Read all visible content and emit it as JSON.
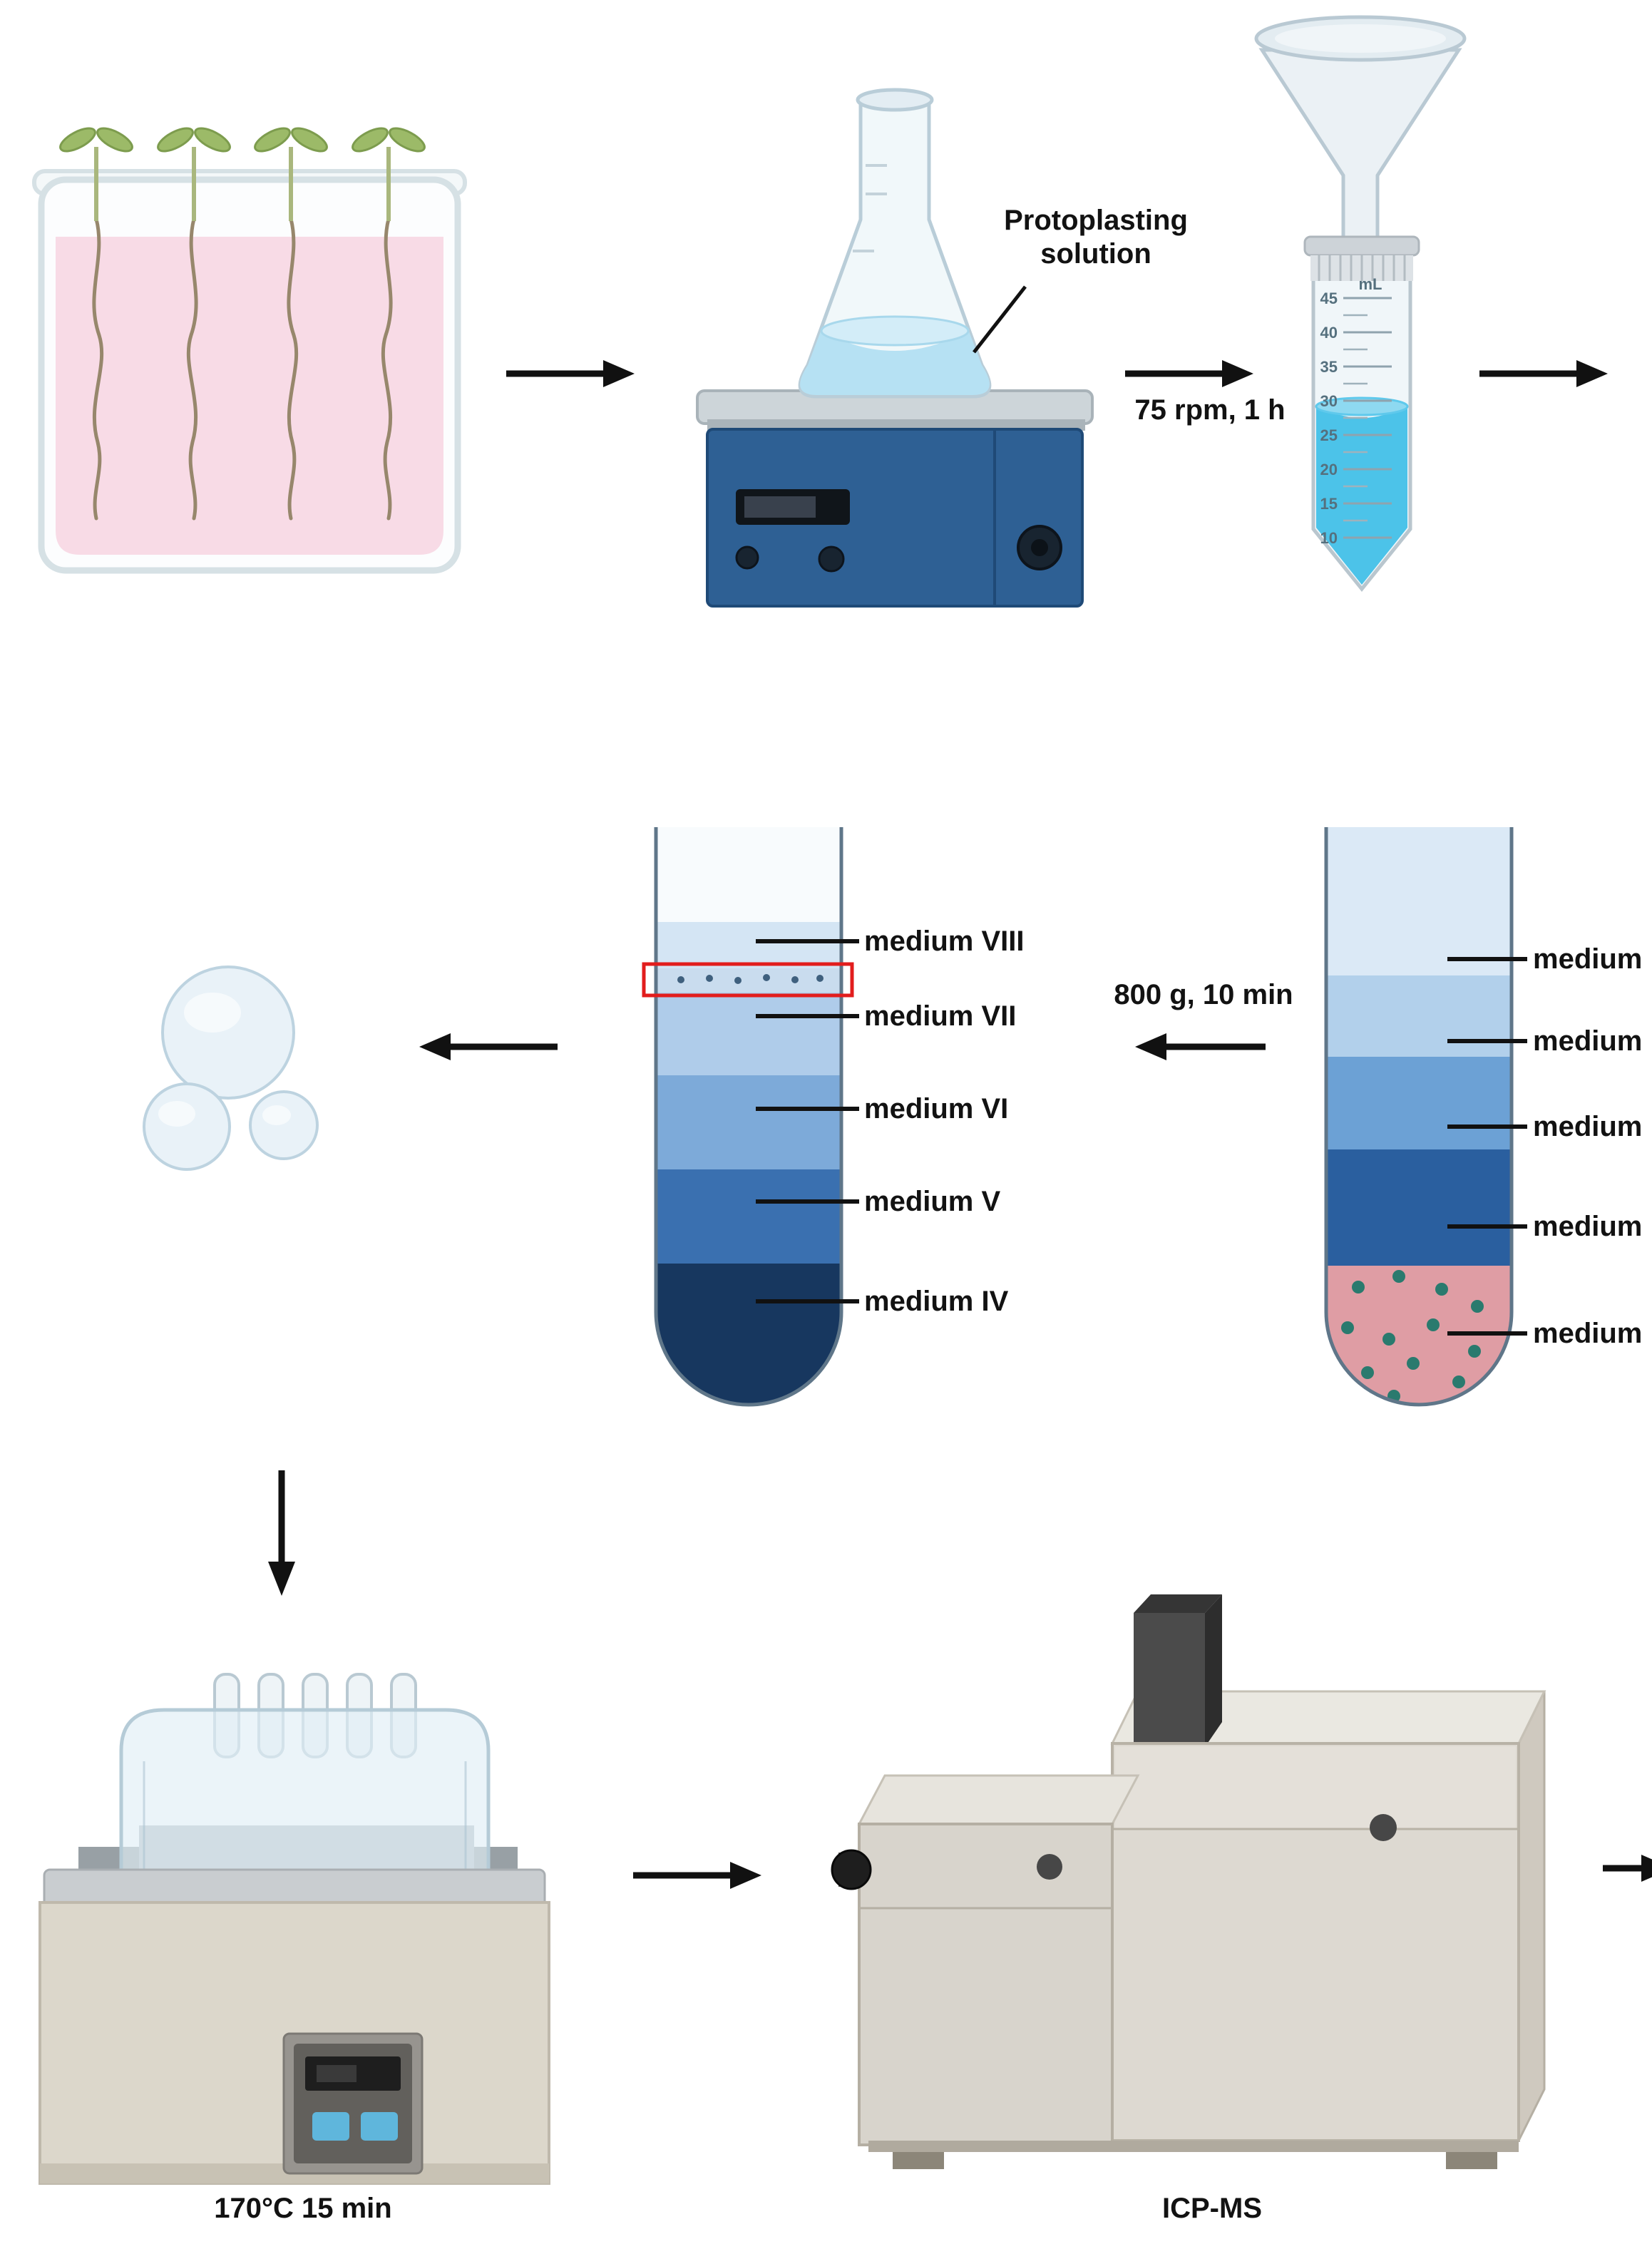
{
  "labels": {
    "protoplasting": {
      "line1": "Protoplasting",
      "line2": "solution"
    },
    "shaking_condition": "75 rpm, 1 h",
    "centrifugation_condition": "800 g, 10 min",
    "water_bath_condition": "170°C 15 min",
    "instrument": "ICP-MS"
  },
  "collection_tube": {
    "unit": "mL",
    "graduations": [
      "45",
      "40",
      "35",
      "30",
      "25",
      "20",
      "15",
      "10"
    ]
  },
  "gradient_tube_left": {
    "layers": [
      "medium VIII",
      "medium VII",
      "medium VI",
      "medium V",
      "medium IV"
    ]
  },
  "gradient_tube_right": {
    "layers": [
      "medium",
      "medium",
      "medium",
      "medium",
      "medium"
    ]
  },
  "colors": {
    "arrow": "#111111",
    "highlight_box": "#e21d1d",
    "growth_medium_pink": "#f8dbe6",
    "protoplasting_solution_blue": "#b6e1f3",
    "collection_liquid_cyan": "#4cc3e9",
    "shaker_blue": "#2e6094",
    "gradient_navy": "#17375f",
    "pellet_pink": "#df9da4",
    "protoplast_dot_teal": "#2a7a6e"
  }
}
